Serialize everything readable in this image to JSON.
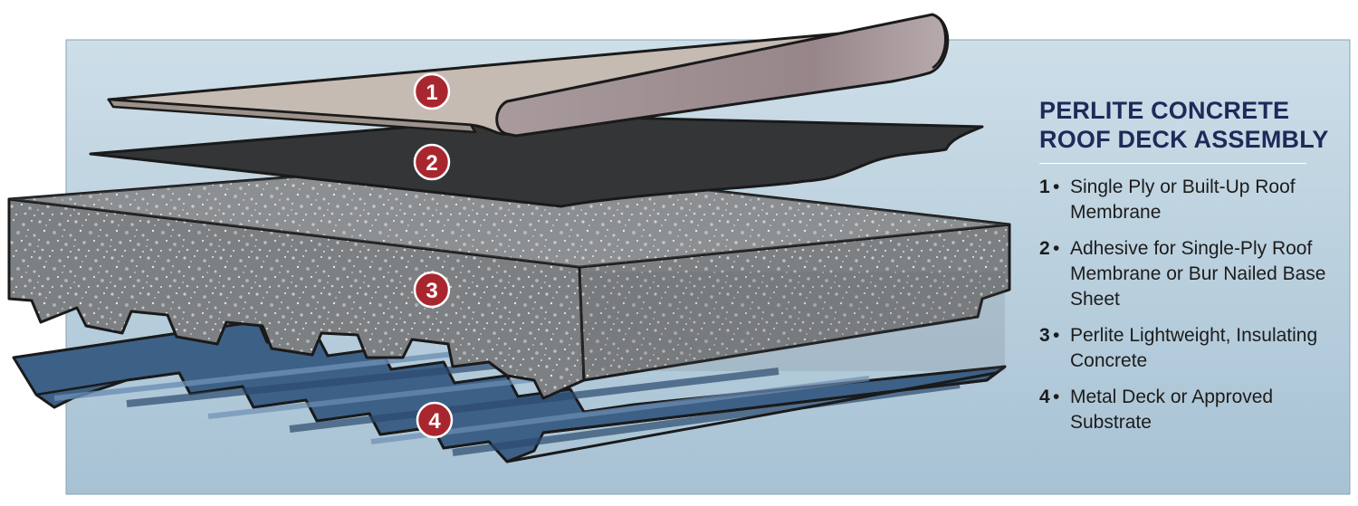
{
  "title_line1": "PERLITE CONCRETE",
  "title_line2": "ROOF DECK ASSEMBLY",
  "legend": [
    {
      "number": "1",
      "bullet": "•",
      "text": "Single Ply or Built-Up Roof Membrane"
    },
    {
      "number": "2",
      "bullet": "•",
      "text": "Adhesive for Single-Ply Roof Membrane or Bur Nailed Base Sheet"
    },
    {
      "number": "3",
      "bullet": "•",
      "text": "Perlite Lightweight, Insulating Concrete"
    },
    {
      "number": "4",
      "bullet": "•",
      "text": "Metal Deck or Approved Substrate"
    }
  ],
  "badges": [
    "1",
    "2",
    "3",
    "4"
  ],
  "colors": {
    "background_top": "#c9dbe6",
    "background_bottom": "#a9c4d6",
    "membrane_top": "#c6bcb3",
    "membrane_roll": "#9e8e92",
    "adhesive": "#333436",
    "concrete": "#808285",
    "metal_deck": "#3b5e85",
    "badge": "#a8272f",
    "title": "#1f2a5a"
  }
}
